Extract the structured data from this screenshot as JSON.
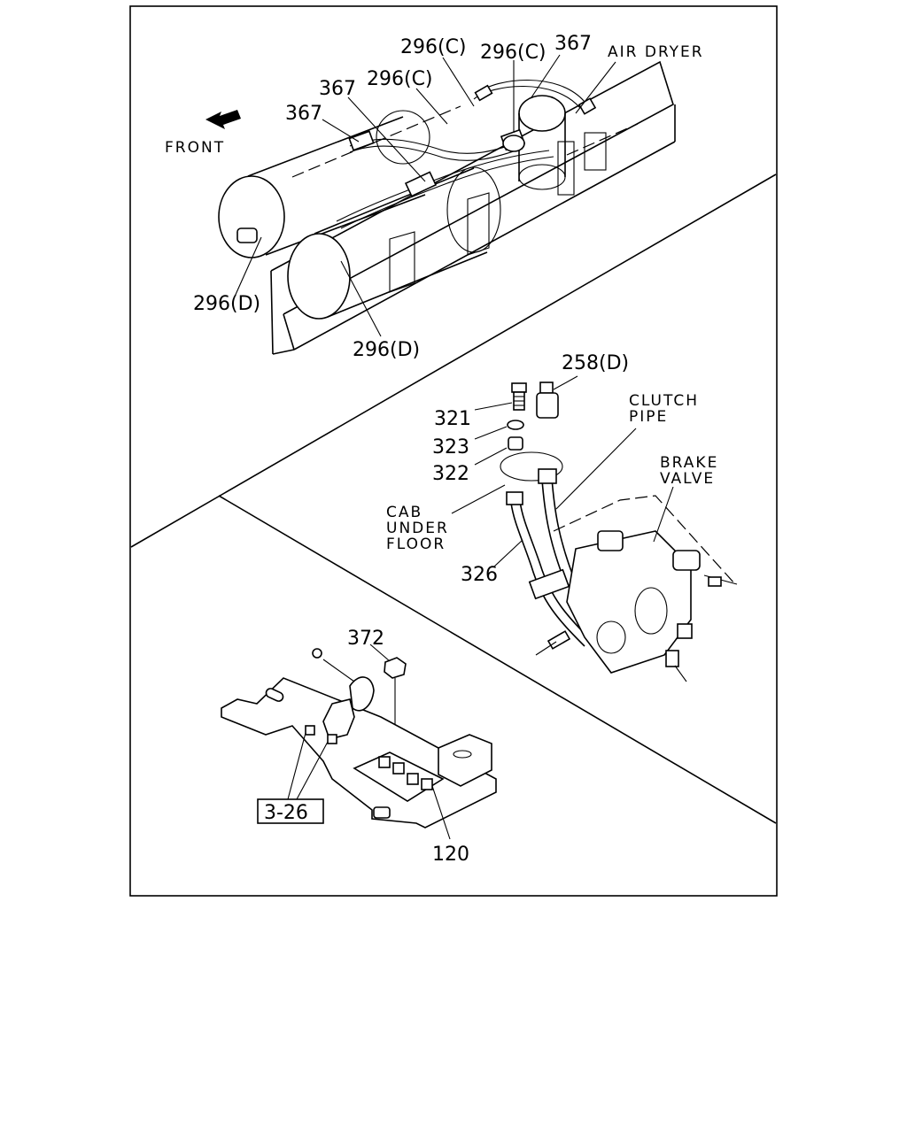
{
  "labels": {
    "p296c_top": "296(C)",
    "p296c_right": "296(C)",
    "p296c_mid": "296(C)",
    "p367_top": "367",
    "p367_mid": "367",
    "p367_left": "367",
    "air_dryer": "AIR DRYER",
    "front": "FRONT",
    "p296d_left": "296(D)",
    "p296d_bottom": "296(D)",
    "p258d": "258(D)",
    "p321": "321",
    "p323": "323",
    "p322": "322",
    "clutch_pipe_1": "CLUTCH",
    "clutch_pipe_2": "PIPE",
    "brake_valve_1": "BRAKE",
    "brake_valve_2": "VALVE",
    "cab_under_floor_1": "CAB",
    "cab_under_floor_2": "UNDER",
    "cab_under_floor_3": "FLOOR",
    "p326": "326",
    "p372": "372",
    "ref_3_26": "3-26",
    "p120": "120"
  },
  "icons": {
    "front_arrow": "front-arrow-icon"
  }
}
